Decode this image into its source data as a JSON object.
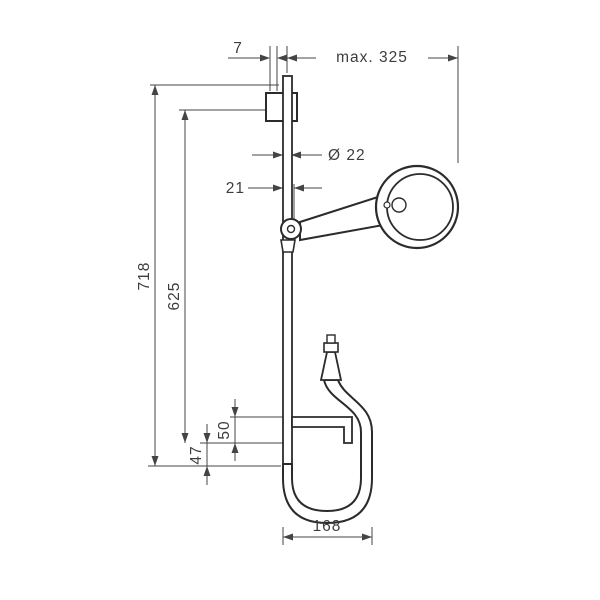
{
  "diagram": {
    "type": "technical-drawing",
    "subject": "shower slide-bar set with hand shower, wall brackets and hose",
    "background_color": "#ffffff",
    "figure_line_color": "#2b2b2b",
    "dimension_line_color": "#444444",
    "labels": {
      "top_offset": "7",
      "max_reach": "max. 325",
      "rail_diameter": "Ø 22",
      "holder_offset": "21",
      "total_height": "718",
      "bar_span": "625",
      "lower_gap": "47",
      "bracket_gap": "50",
      "hose_loop_width": "168"
    }
  }
}
